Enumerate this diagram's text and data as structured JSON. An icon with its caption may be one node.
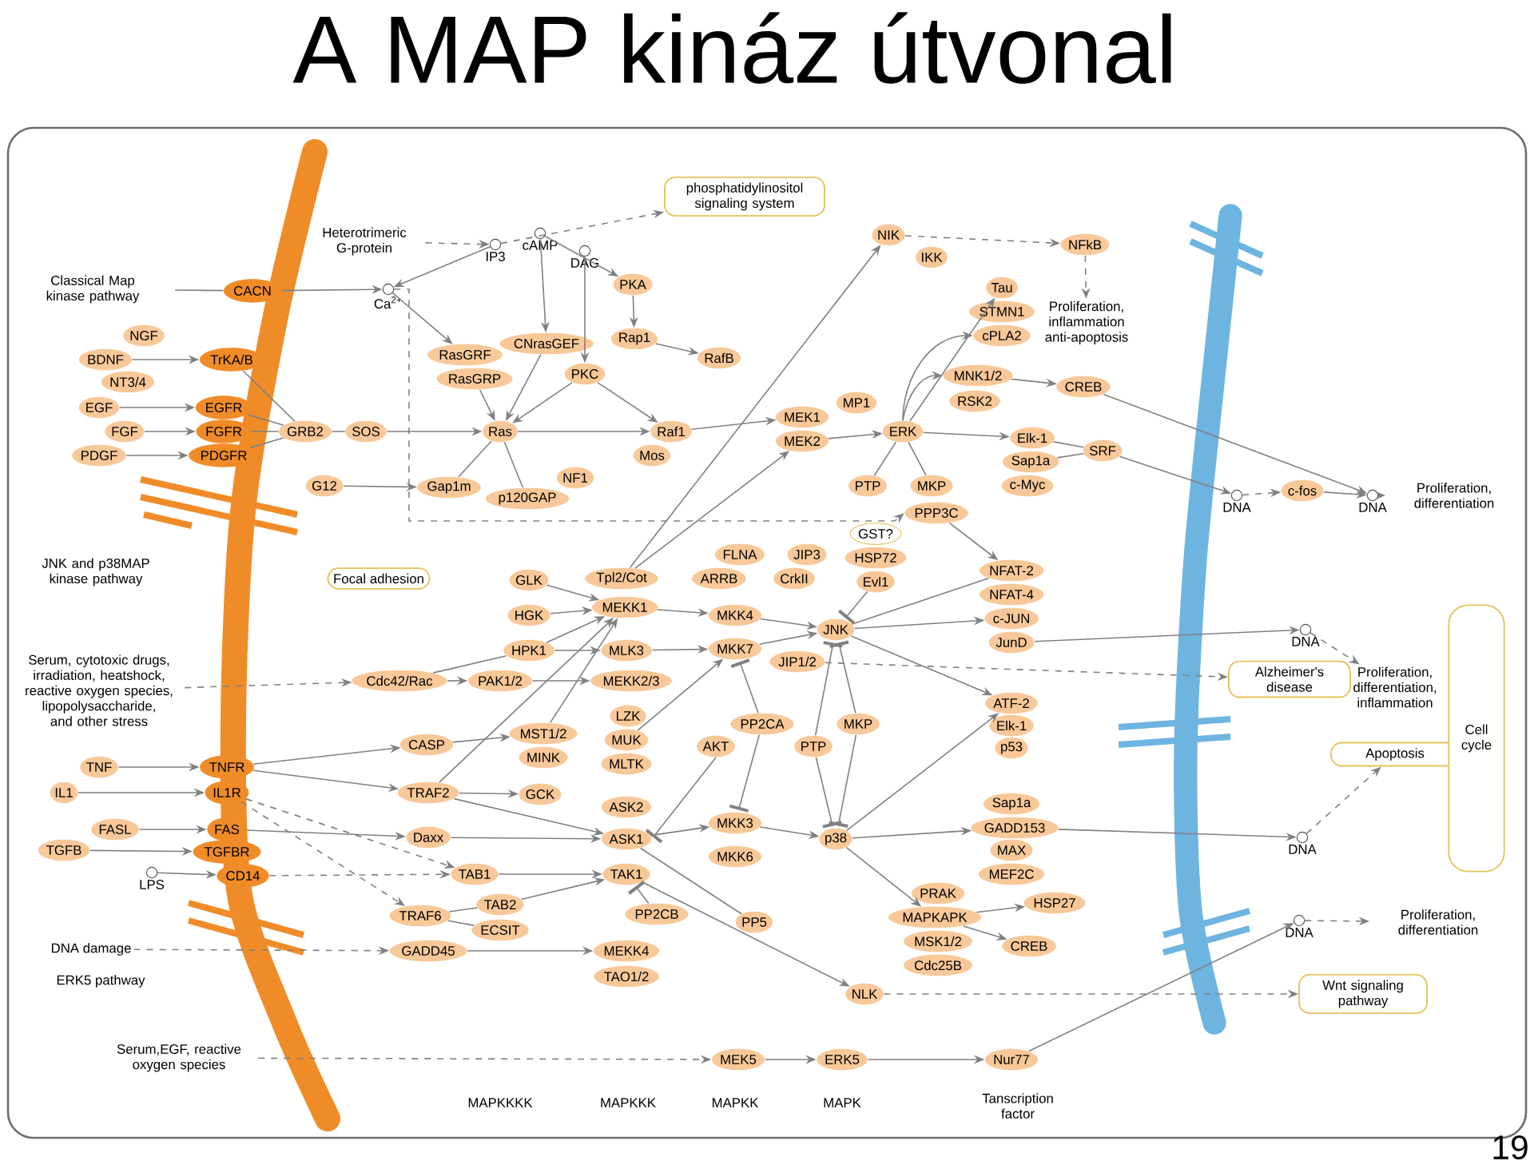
{
  "diagram": {
    "title": "A MAP kináz útvonal",
    "nodes": [
      {
        "text": [
          "Heterotrimeric G-protein"
        ]
      },
      {
        "text": [
          "Classical Map kinase pathway"
        ]
      },
      {
        "text": [
          "CACN"
        ]
      },
      {
        "text": [
          "Ca$^{2+}$"
        ]
      },
      {
        "text": [
          "IP3"
        ]
      },
      {
        "text": [
          "cAMP"
        ]
      },
      {
        "text": [
          "DAG"
        ]
      },
      {
        "text": [
          "phosphatidylinositol signaling system"
        ]
      },
      {
        "text": [
          "PKA"
        ]
      },
      {
        "text": [
          "NGF"
        ]
      },
      {
        "text": [
          "BDNF"
        ]
      },
      {
        "text": [
          "TrKA/B"
        ]
      },
      {
        "text": [
          "NT3/4"
        ]
      },
      {
        "text": [
          "RasGRF"
        ]
      },
      {
        "text": [
          "RasGRP"
        ]
      },
      {
        "text": [
          "CNrasGEF"
        ]
      },
      {
        "text": [
          "Rap1"
        ]
      },
      {
        "text": [
          "RafB"
        ]
      },
      {
        "text": [
          "PKC"
        ]
      },
      {
        "text": [
          "EGF"
        ]
      },
      {
        "text": [
          "EGFR"
        ]
      },
      {
        "text": [
          "FGF"
        ]
      },
      {
        "text": [
          "FGFR"
        ]
      },
      {
        "text": [
          "GRB2"
        ]
      },
      {
        "text": [
          "SOS"
        ]
      },
      {
        "text": [
          "Ras"
        ]
      },
      {
        "text": [
          "PDGF"
        ]
      },
      {
        "text": [
          "PDGFR"
        ]
      },
      {
        "text": [
          "Raf1"
        ]
      },
      {
        "text": [
          "Mos"
        ]
      },
      {
        "text": [
          "G12"
        ]
      },
      {
        "text": [
          "Gap1m"
        ]
      },
      {
        "text": [
          "NF1"
        ]
      },
      {
        "text": [
          "p120GAP"
        ]
      },
      {
        "text": [
          "NIK"
        ]
      },
      {
        "text": [
          "IKK"
        ]
      },
      {
        "text": [
          "NFkB"
        ]
      },
      {
        "text": [
          "Proliferation, inflammation anti-apoptosis"
        ]
      },
      {
        "text": [
          "Tau"
        ]
      },
      {
        "text": [
          "STMN1"
        ]
      },
      {
        "text": [
          "cPLA2"
        ]
      },
      {
        "text": [
          "MNK1/2"
        ]
      },
      {
        "text": [
          "RSK2"
        ]
      },
      {
        "text": [
          "CREB"
        ]
      },
      {
        "text": [
          "MP1"
        ]
      },
      {
        "text": [
          "MEK1"
        ]
      },
      {
        "text": [
          "MEK2"
        ]
      },
      {
        "text": [
          "ERK"
        ]
      },
      {
        "text": [
          "Elk-1"
        ]
      },
      {
        "text": [
          "Sap1a"
        ]
      },
      {
        "text": [
          "c-Myc"
        ]
      },
      {
        "text": [
          "SRF"
        ]
      },
      {
        "text": [
          "PTP"
        ]
      },
      {
        "text": [
          "MKP"
        ]
      },
      {
        "text": [
          "DNA"
        ]
      },
      {
        "text": [
          "c-fos"
        ]
      },
      {
        "text": [
          "DNA"
        ]
      },
      {
        "text": [
          "Proliferation, differentiation"
        ]
      },
      {
        "text": [
          "PPP3C"
        ]
      },
      {
        "text": [
          "Focal adhesion"
        ]
      },
      {
        "text": [
          "GLK"
        ]
      },
      {
        "text": [
          "Tpl2/Cot"
        ]
      },
      {
        "text": [
          "FLNA"
        ]
      },
      {
        "text": [
          "JIP3"
        ]
      },
      {
        "text": [
          "GST?"
        ]
      },
      {
        "text": [
          "HSP72"
        ]
      },
      {
        "text": [
          "ARRB"
        ]
      },
      {
        "text": [
          "CrkII"
        ]
      },
      {
        "text": [
          "Evl1"
        ]
      },
      {
        "text": [
          "NFAT-2"
        ]
      },
      {
        "text": [
          "NFAT-4"
        ]
      },
      {
        "text": [
          "c-JUN"
        ]
      },
      {
        "text": [
          "JunD"
        ]
      },
      {
        "text": [
          "HGK"
        ]
      },
      {
        "text": [
          "MEKK1"
        ]
      },
      {
        "text": [
          "MKK4"
        ]
      },
      {
        "text": [
          "JNK"
        ]
      },
      {
        "text": [
          "DNA"
        ]
      },
      {
        "text": [
          "Serum, cytotoxic drugs, irradiation, heatshock, reactive oxygen species, lipopolysaccharide, and other stress"
        ]
      },
      {
        "text": [
          "HPK1"
        ]
      },
      {
        "text": [
          "MLK3"
        ]
      },
      {
        "text": [
          "MKK7"
        ]
      },
      {
        "text": [
          "JIP1/2"
        ]
      },
      {
        "text": [
          "Alzheimer's disease"
        ]
      },
      {
        "text": [
          "Proliferation, differentiation, inflammation"
        ]
      },
      {
        "text": [
          "Cdc42/Rac"
        ]
      },
      {
        "text": [
          "PAK1/2"
        ]
      },
      {
        "text": [
          "MEKK2/3"
        ]
      },
      {
        "text": [
          "ATF-2"
        ]
      },
      {
        "text": [
          "Elk-1"
        ]
      },
      {
        "text": [
          "p53"
        ]
      },
      {
        "text": [
          "LZK"
        ]
      },
      {
        "text": [
          "PP2CA"
        ]
      },
      {
        "text": [
          "MKP"
        ]
      },
      {
        "text": [
          "MST1/2"
        ]
      },
      {
        "text": [
          "CASP"
        ]
      },
      {
        "text": [
          "MUK"
        ]
      },
      {
        "text": [
          "AKT"
        ]
      },
      {
        "text": [
          "PTP"
        ]
      },
      {
        "text": [
          "Apoptosis"
        ]
      },
      {
        "text": [
          "Cell cycle"
        ]
      },
      {
        "text": [
          "MINK"
        ]
      },
      {
        "text": [
          "MLTK"
        ]
      },
      {
        "text": [
          "TNF"
        ]
      },
      {
        "text": [
          "TNFR"
        ]
      },
      {
        "text": [
          "IL1"
        ]
      },
      {
        "text": [
          "IL1R"
        ]
      },
      {
        "text": [
          "TRAF2"
        ]
      },
      {
        "text": [
          "GCK"
        ]
      },
      {
        "text": [
          "ASK2"
        ]
      },
      {
        "text": [
          "Sap1a"
        ]
      },
      {
        "text": [
          "MKK3"
        ]
      },
      {
        "text": [
          "FASL"
        ]
      },
      {
        "text": [
          "FAS"
        ]
      },
      {
        "text": [
          "GADD153"
        ]
      },
      {
        "text": [
          "Daxx"
        ]
      },
      {
        "text": [
          "ASK1"
        ]
      },
      {
        "text": [
          "p38"
        ]
      },
      {
        "text": [
          "DNA"
        ]
      },
      {
        "text": [
          "TGFB"
        ]
      },
      {
        "text": [
          "TGFBR"
        ]
      },
      {
        "text": [
          "MAX"
        ]
      },
      {
        "text": [
          "MKK6"
        ]
      },
      {
        "text": [
          "LPS"
        ]
      },
      {
        "text": [
          "CD14"
        ]
      },
      {
        "text": [
          "TAB1"
        ]
      },
      {
        "text": [
          "TAK1"
        ]
      },
      {
        "text": [
          "MEF2C"
        ]
      },
      {
        "text": [
          "PRAK"
        ]
      },
      {
        "text": [
          "TAB2"
        ]
      },
      {
        "text": [
          "HSP27"
        ]
      },
      {
        "text": [
          "TRAF6"
        ]
      },
      {
        "text": [
          "PP2CB"
        ]
      },
      {
        "text": [
          "MAPKAPK"
        ]
      },
      {
        "text": [
          "PP5"
        ]
      },
      {
        "text": [
          "DNA"
        ]
      },
      {
        "text": [
          "Proliferation, differentiation"
        ]
      },
      {
        "text": [
          "ECSIT"
        ]
      },
      {
        "text": [
          "MSK1/2"
        ]
      },
      {
        "text": [
          "CREB"
        ]
      },
      {
        "text": [
          "DNA damage"
        ]
      },
      {
        "text": [
          "GADD45"
        ]
      },
      {
        "text": [
          "MEKK4"
        ]
      },
      {
        "text": [
          "Cdc25B"
        ]
      },
      {
        "text": [
          "TAO1/2"
        ]
      },
      {
        "text": [
          "NLK"
        ]
      },
      {
        "text": [
          "Wnt signaling pathway"
        ]
      },
      {
        "text": [
          "Serum,EGF, reactive oxygen species"
        ]
      },
      {
        "text": [
          "MEK5"
        ]
      },
      {
        "text": [
          "ERK5"
        ]
      },
      {
        "text": [
          "Nur77"
        ]
      }
    ],
    "edges": [
      {
        "from": 0,
        "to": 4,
        "arrow": "to",
        "style": "dashed"
      },
      {
        "from": 1,
        "to": 2,
        "arrow": "none"
      },
      {
        "from": 2,
        "to": 3,
        "arrow": "to"
      },
      {
        "from": 4,
        "to": 3,
        "arrow": "to"
      },
      {
        "from": 4,
        "to": 7,
        "arrow": "to",
        "style": "dashed"
      },
      {
        "from": 3,
        "to": 13,
        "arrow": "to"
      },
      {
        "from": 3,
        "to": 58,
        "arrow": "to",
        "style": "dashed"
      },
      {
        "from": 5,
        "to": 15,
        "arrow": "to"
      },
      {
        "from": 5,
        "to": 8,
        "arrow": "to"
      },
      {
        "from": 6,
        "to": 18,
        "arrow": "to"
      },
      {
        "from": 8,
        "to": 16,
        "arrow": "to"
      },
      {
        "from": 16,
        "to": 17,
        "arrow": "to"
      },
      {
        "from": 18,
        "to": 25,
        "arrow": "to"
      },
      {
        "from": 18,
        "to": 28,
        "arrow": "to"
      },
      {
        "from": 14,
        "to": 25,
        "arrow": "to"
      },
      {
        "from": 15,
        "to": 25,
        "arrow": "to"
      },
      {
        "from": 10,
        "to": 11,
        "arrow": "to"
      },
      {
        "from": 19,
        "to": 20,
        "arrow": "to"
      },
      {
        "from": 21,
        "to": 22,
        "arrow": "to"
      },
      {
        "from": 26,
        "to": 27,
        "arrow": "to"
      },
      {
        "from": 11,
        "to": 23,
        "arrow": "none"
      },
      {
        "from": 20,
        "to": 23,
        "arrow": "none"
      },
      {
        "from": 22,
        "to": 23,
        "arrow": "none"
      },
      {
        "from": 27,
        "to": 23,
        "arrow": "none"
      },
      {
        "from": 23,
        "to": 24,
        "arrow": "none"
      },
      {
        "from": 24,
        "to": 25,
        "arrow": "to"
      },
      {
        "from": 25,
        "to": 28,
        "arrow": "to"
      },
      {
        "from": 25,
        "to": 31,
        "arrow": "none"
      },
      {
        "from": 25,
        "to": 33,
        "arrow": "none"
      },
      {
        "from": 30,
        "to": 31,
        "arrow": "to"
      },
      {
        "from": 28,
        "to": 45,
        "arrow": "to"
      },
      {
        "from": 46,
        "to": 47,
        "arrow": "to"
      },
      {
        "from": 47,
        "to": 38,
        "arrow": "to"
      },
      {
        "from": 47,
        "to": 40,
        "arrow": "to"
      },
      {
        "from": 47,
        "to": 41,
        "arrow": "to"
      },
      {
        "from": 47,
        "to": 48,
        "arrow": "to"
      },
      {
        "from": 47,
        "to": 52,
        "arrow": "none"
      },
      {
        "from": 47,
        "to": 53,
        "arrow": "none"
      },
      {
        "from": 41,
        "to": 43,
        "arrow": "to"
      },
      {
        "from": 34,
        "to": 36,
        "arrow": "to",
        "style": "dashed"
      },
      {
        "from": 36,
        "to": 37,
        "arrow": "to",
        "style": "dashed"
      },
      {
        "from": 48,
        "to": 51,
        "arrow": "none"
      },
      {
        "from": 49,
        "to": 51,
        "arrow": "none"
      },
      {
        "from": 51,
        "to": 54,
        "arrow": "to"
      },
      {
        "from": 54,
        "to": 55,
        "arrow": "to",
        "style": "dashed"
      },
      {
        "from": 55,
        "to": 56,
        "arrow": "to"
      },
      {
        "from": 43,
        "to": 56,
        "arrow": "to"
      },
      {
        "from": 56,
        "to": 57,
        "arrow": "to"
      },
      {
        "from": 61,
        "to": 34,
        "arrow": "to"
      },
      {
        "from": 61,
        "to": 46,
        "arrow": "to"
      },
      {
        "from": 58,
        "to": 69,
        "arrow": "to"
      },
      {
        "from": 60,
        "to": 74,
        "arrow": "to"
      },
      {
        "from": 73,
        "to": 74,
        "arrow": "to"
      },
      {
        "from": 79,
        "to": 74,
        "arrow": "to"
      },
      {
        "from": 79,
        "to": 80,
        "arrow": "to"
      },
      {
        "from": 85,
        "to": 79,
        "arrow": "none"
      },
      {
        "from": 85,
        "to": 86,
        "arrow": "to"
      },
      {
        "from": 86,
        "to": 87,
        "arrow": "to"
      },
      {
        "from": 107,
        "to": 74,
        "arrow": "to"
      },
      {
        "from": 94,
        "to": 74,
        "arrow": "to"
      },
      {
        "from": 74,
        "to": 75,
        "arrow": "to"
      },
      {
        "from": 80,
        "to": 81,
        "arrow": "to"
      },
      {
        "from": 75,
        "to": 76,
        "arrow": "to"
      },
      {
        "from": 81,
        "to": 76,
        "arrow": "to"
      },
      {
        "from": 96,
        "to": 81,
        "arrow": "to"
      },
      {
        "from": 76,
        "to": 69,
        "arrow": "none"
      },
      {
        "from": 76,
        "to": 71,
        "arrow": "to"
      },
      {
        "from": 76,
        "to": 88,
        "arrow": "to"
      },
      {
        "from": 68,
        "to": 76,
        "arrow": "other"
      },
      {
        "from": 72,
        "to": 77,
        "arrow": "to"
      },
      {
        "from": 77,
        "to": 84,
        "arrow": "to",
        "style": "dashed"
      },
      {
        "from": 82,
        "to": 83,
        "arrow": "to",
        "style": "dashed"
      },
      {
        "from": 98,
        "to": 76,
        "arrow": "other"
      },
      {
        "from": 98,
        "to": 117,
        "arrow": "other"
      },
      {
        "from": 93,
        "to": 76,
        "arrow": "other"
      },
      {
        "from": 93,
        "to": 117,
        "arrow": "other"
      },
      {
        "from": 92,
        "to": 81,
        "arrow": "other"
      },
      {
        "from": 92,
        "to": 111,
        "arrow": "other"
      },
      {
        "from": 97,
        "to": 116,
        "arrow": "other"
      },
      {
        "from": 116,
        "to": 111,
        "arrow": "to"
      },
      {
        "from": 111,
        "to": 117,
        "arrow": "to"
      },
      {
        "from": 116,
        "to": 134,
        "arrow": "none"
      },
      {
        "from": 125,
        "to": 126,
        "arrow": "to"
      },
      {
        "from": 129,
        "to": 126,
        "arrow": "to"
      },
      {
        "from": 132,
        "to": 126,
        "arrow": "other"
      },
      {
        "from": 126,
        "to": 145,
        "arrow": "to"
      },
      {
        "from": 103,
        "to": 104,
        "arrow": "to"
      },
      {
        "from": 105,
        "to": 106,
        "arrow": "to"
      },
      {
        "from": 112,
        "to": 113,
        "arrow": "to"
      },
      {
        "from": 119,
        "to": 120,
        "arrow": "to"
      },
      {
        "from": 123,
        "to": 124,
        "arrow": "to"
      },
      {
        "from": 104,
        "to": 95,
        "arrow": "to"
      },
      {
        "from": 104,
        "to": 107,
        "arrow": "to"
      },
      {
        "from": 106,
        "to": 125,
        "arrow": "to",
        "style": "dashed"
      },
      {
        "from": 106,
        "to": 131,
        "arrow": "to",
        "style": "dashed"
      },
      {
        "from": 113,
        "to": 115,
        "arrow": "to"
      },
      {
        "from": 124,
        "to": 125,
        "arrow": "to",
        "style": "dashed"
      },
      {
        "from": 95,
        "to": 94,
        "arrow": "to"
      },
      {
        "from": 107,
        "to": 108,
        "arrow": "to"
      },
      {
        "from": 107,
        "to": 116,
        "arrow": "to"
      },
      {
        "from": 115,
        "to": 116,
        "arrow": "to"
      },
      {
        "from": 131,
        "to": 129,
        "arrow": "none"
      },
      {
        "from": 131,
        "to": 137,
        "arrow": "none"
      },
      {
        "from": 140,
        "to": 141,
        "arrow": "to",
        "style": "dashed"
      },
      {
        "from": 141,
        "to": 142,
        "arrow": "to"
      },
      {
        "from": 78,
        "to": 85,
        "arrow": "to",
        "style": "dashed"
      },
      {
        "from": 117,
        "to": 88,
        "arrow": "to"
      },
      {
        "from": 117,
        "to": 114,
        "arrow": "to"
      },
      {
        "from": 117,
        "to": 133,
        "arrow": "to"
      },
      {
        "from": 133,
        "to": 130,
        "arrow": "to"
      },
      {
        "from": 133,
        "to": 139,
        "arrow": "to"
      },
      {
        "from": 114,
        "to": 118,
        "arrow": "to"
      },
      {
        "from": 118,
        "to": 99,
        "arrow": "to",
        "style": "dashed"
      },
      {
        "from": 145,
        "to": 146,
        "arrow": "to",
        "style": "dashed"
      },
      {
        "from": 147,
        "to": 148,
        "arrow": "to",
        "style": "dashed"
      },
      {
        "from": 148,
        "to": 149,
        "arrow": "to"
      },
      {
        "from": 149,
        "to": 150,
        "arrow": "to"
      },
      {
        "from": 150,
        "to": 135,
        "arrow": "to"
      },
      {
        "from": 135,
        "to": 136,
        "arrow": "to",
        "style": "dashed"
      }
    ],
    "labels": [
      "JNK and p38MAP kinase pathway",
      "ERK5 pathway",
      "MAPKKKK",
      "MAPKKK",
      "MAPKK",
      "MAPK",
      "Tanscription factor",
      "19"
    ]
  }
}
